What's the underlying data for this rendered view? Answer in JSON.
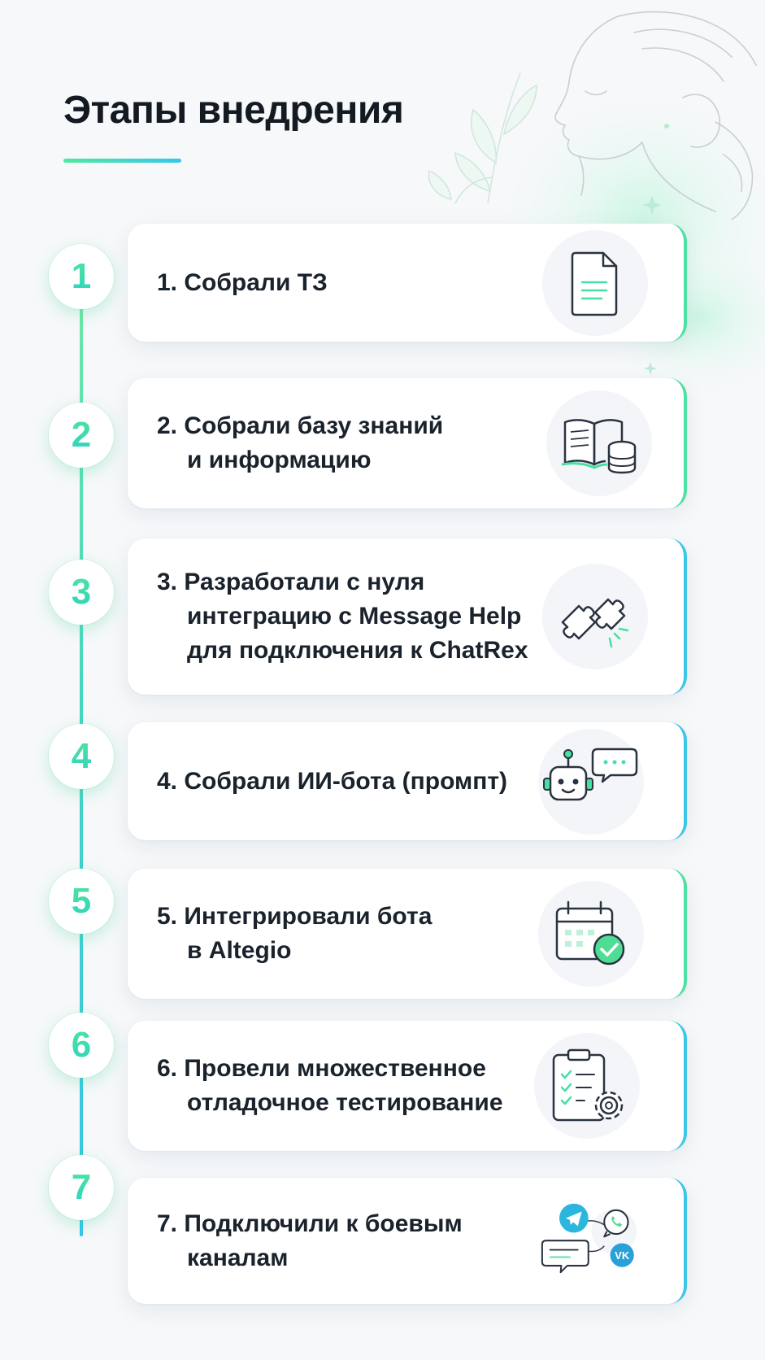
{
  "header": {
    "title": "Этапы внедрения"
  },
  "colors": {
    "accent_green": "#4ee9a0",
    "accent_cyan": "#35c7ea",
    "text_dark": "#141a22",
    "card_bg": "#ffffff",
    "page_bg": "#f6f8fa"
  },
  "steps": [
    {
      "number": "1",
      "lines": [
        "1. Собрали ТЗ"
      ],
      "icon": "document-icon"
    },
    {
      "number": "2",
      "lines": [
        "2. Собрали базу знаний",
        "и информацию"
      ],
      "icon": "book-database-icon"
    },
    {
      "number": "3",
      "lines": [
        "3. Разработали с нуля",
        "интеграцию с Message Help",
        "для подключения к ChatRex"
      ],
      "icon": "puzzle-icon"
    },
    {
      "number": "4",
      "lines": [
        "4. Собрали ИИ-бота (промпт)"
      ],
      "icon": "robot-chat-icon"
    },
    {
      "number": "5",
      "lines": [
        "5. Интегрировали бота",
        "в Altegio"
      ],
      "icon": "calendar-check-icon"
    },
    {
      "number": "6",
      "lines": [
        "6. Провели множественное",
        "отладочное тестирование"
      ],
      "icon": "clipboard-gear-icon"
    },
    {
      "number": "7",
      "lines": [
        "7. Подключили к боевым",
        "каналам"
      ],
      "icon": "messengers-icon"
    }
  ]
}
